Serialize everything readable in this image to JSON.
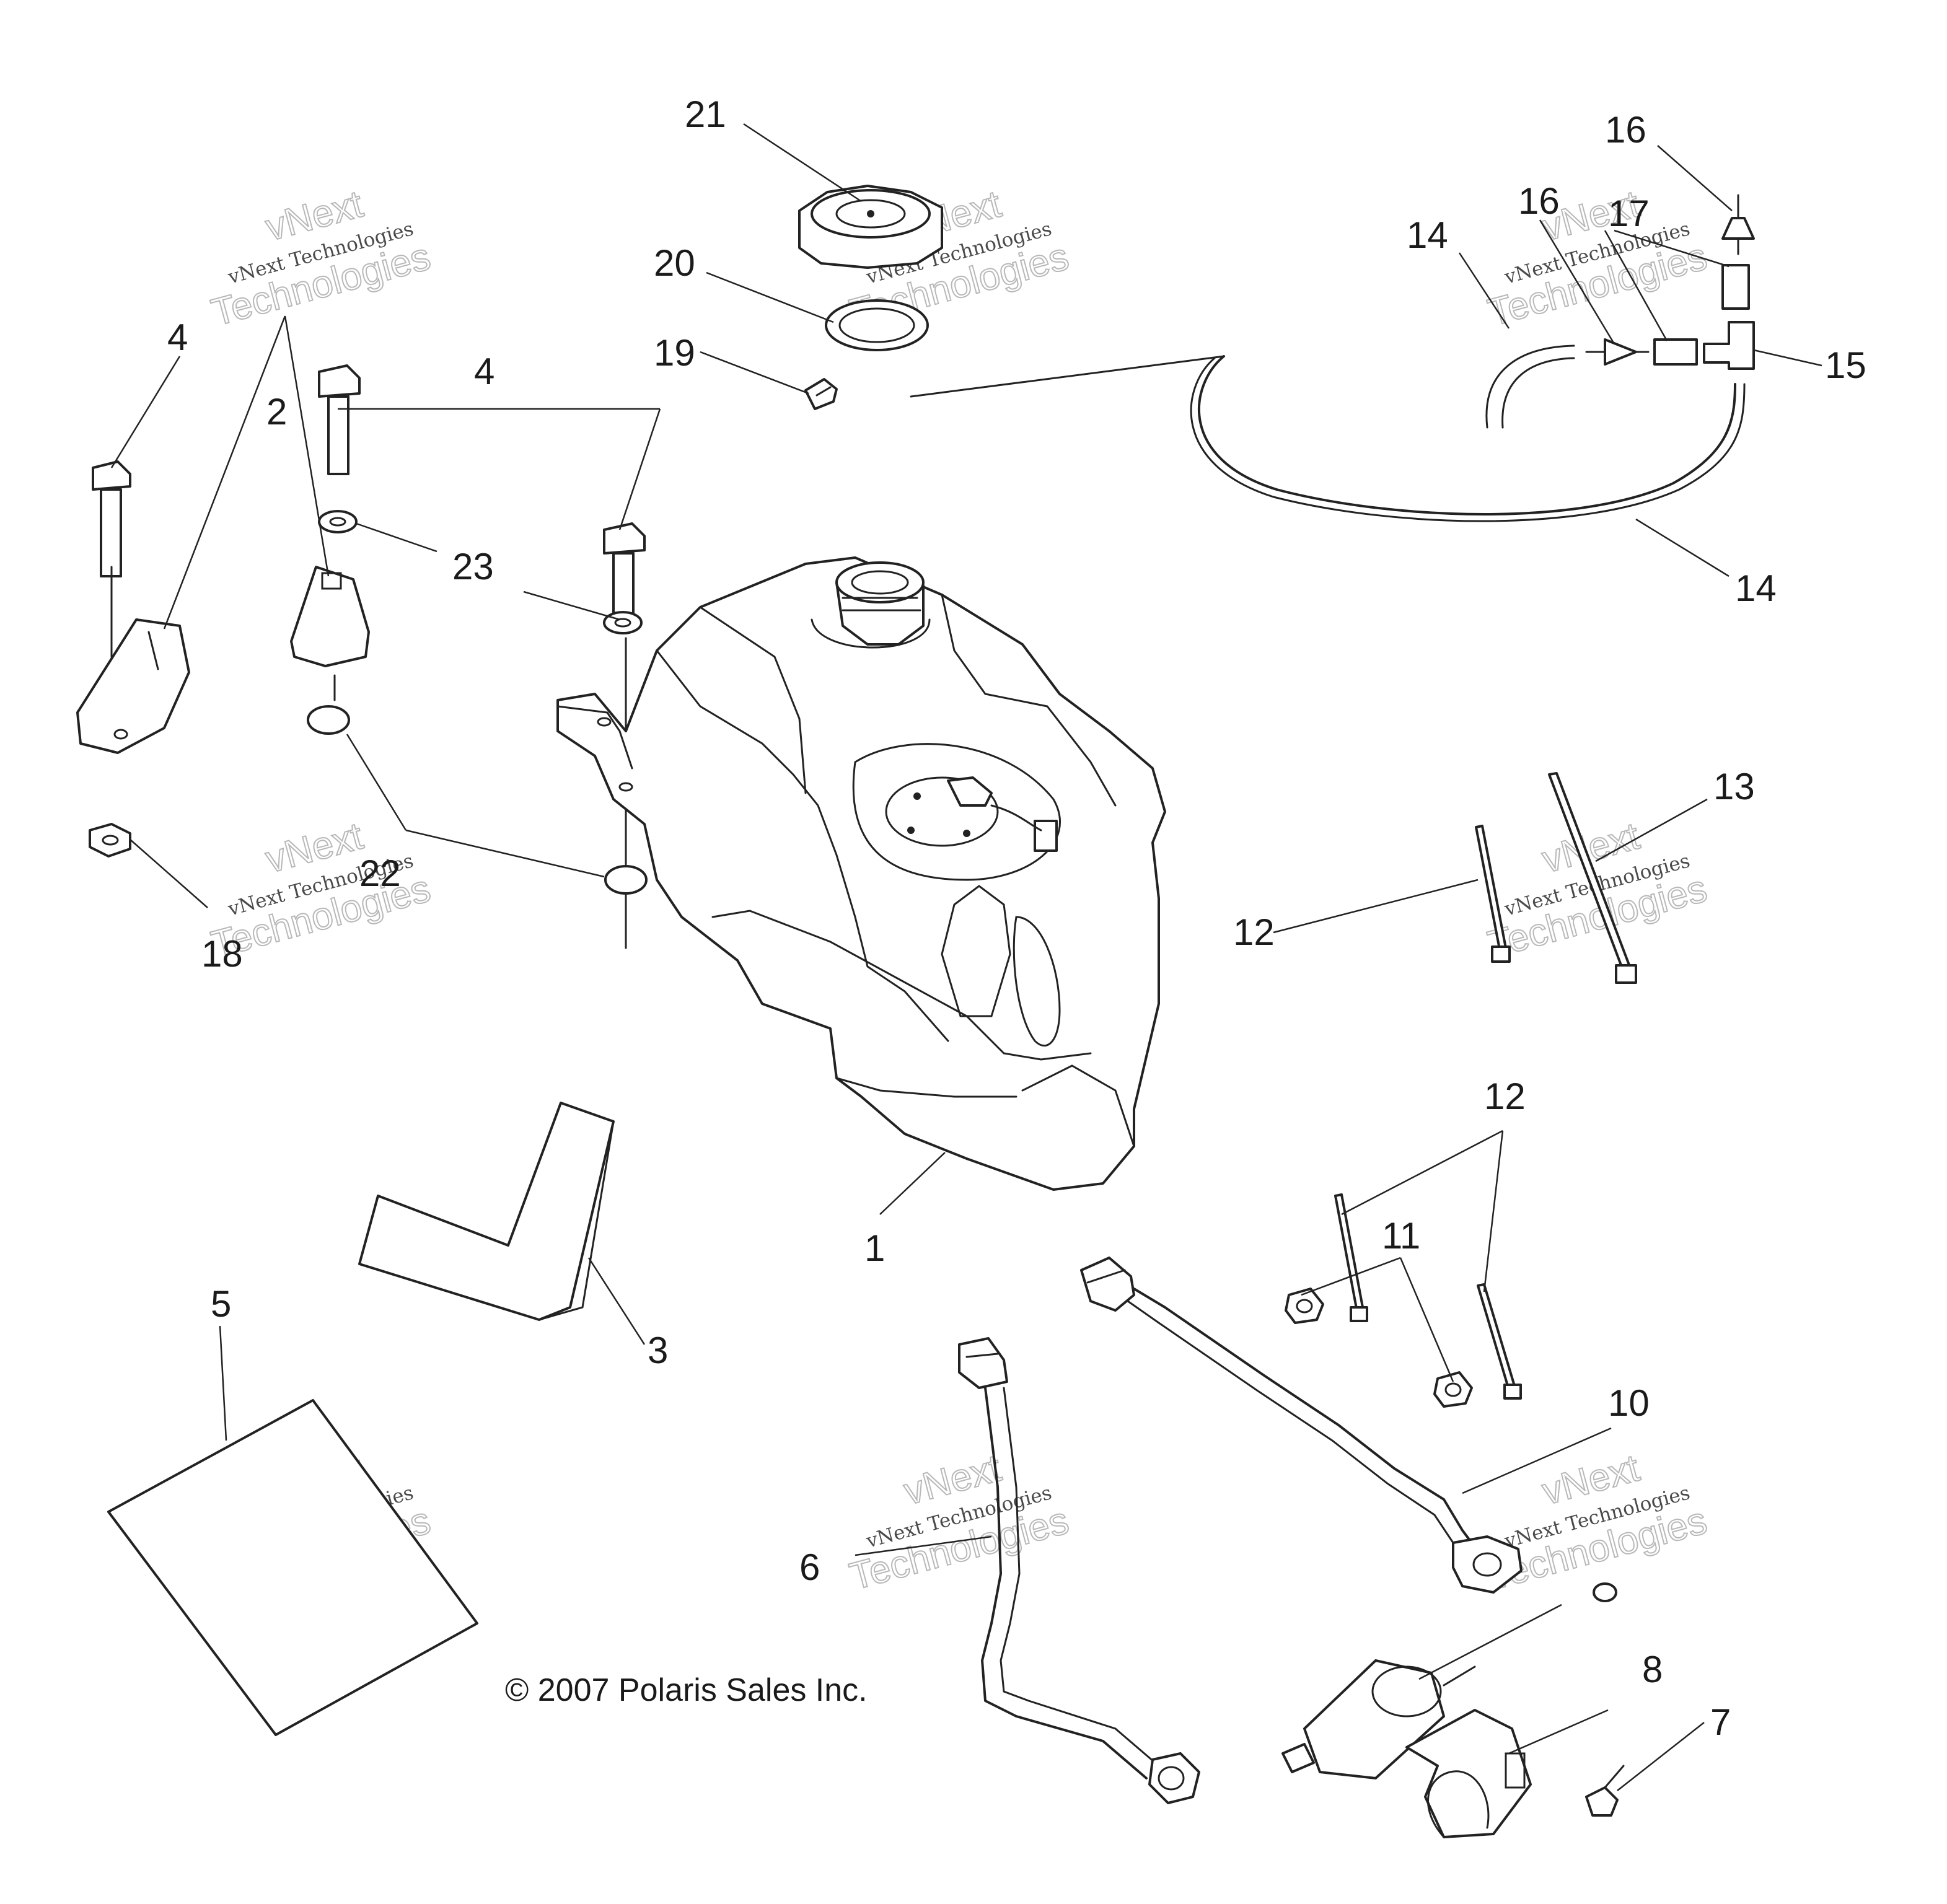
{
  "callouts": {
    "c1": "1",
    "c2": "2",
    "c3": "3",
    "c4a": "4",
    "c4b": "4",
    "c5": "5",
    "c6": "6",
    "c7": "7",
    "c8": "8",
    "c10": "10",
    "c11": "11",
    "c12a": "12",
    "c12b": "12",
    "c13": "13",
    "c14a": "14",
    "c14b": "14",
    "c15": "15",
    "c16a": "16",
    "c16b": "16",
    "c17": "17",
    "c18": "18",
    "c19": "19",
    "c20": "20",
    "c21": "21",
    "c22": "22",
    "c23": "23"
  },
  "copyright": "© 2007 Polaris Sales Inc.",
  "watermark": {
    "line1": "vNext Technologies",
    "line2": "Technologies",
    "brand": "vNext"
  }
}
